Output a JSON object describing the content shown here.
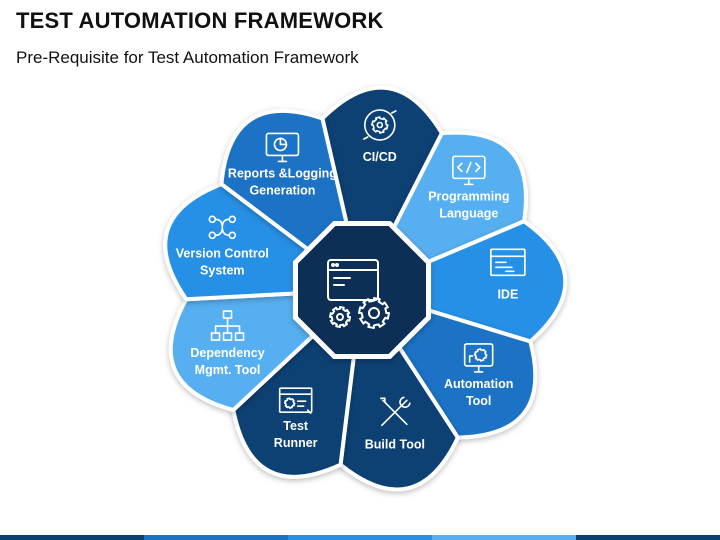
{
  "title": "TEST AUTOMATION FRAMEWORK",
  "subtitle": "Pre-Requisite for Test Automation Framework",
  "colors": {
    "ci_cd": "#0d3f73",
    "programming": "#56aff0",
    "ide": "#2690e6",
    "automation": "#1a72c4",
    "build": "#0d3f73",
    "test_runner": "#0d3f73",
    "dependency": "#56aff0",
    "version_control": "#2690e6",
    "reports": "#1a72c4",
    "center": "#0b2f55",
    "ring": "#0e4d8e",
    "stroke": "#ffffff"
  },
  "segments": [
    {
      "key": "ci_cd",
      "lines": [
        "CI/CD"
      ],
      "icon": "cycle-gear-icon"
    },
    {
      "key": "programming",
      "lines": [
        "Programming",
        "Language"
      ],
      "icon": "code-monitor-icon"
    },
    {
      "key": "ide",
      "lines": [
        "IDE"
      ],
      "icon": "window-icon"
    },
    {
      "key": "automation",
      "lines": [
        "Automation",
        "Tool"
      ],
      "icon": "monitor-gear-icon"
    },
    {
      "key": "build",
      "lines": [
        "Build Tool"
      ],
      "icon": "wrench-screwdriver-icon"
    },
    {
      "key": "test_runner",
      "lines": [
        "Test",
        "Runner"
      ],
      "icon": "runner-window-icon"
    },
    {
      "key": "dependency",
      "lines": [
        "Dependency",
        "Mgmt. Tool"
      ],
      "icon": "hierarchy-icon"
    },
    {
      "key": "version_control",
      "lines": [
        "Version Control",
        "System"
      ],
      "icon": "branch-icon"
    },
    {
      "key": "reports",
      "lines": [
        "Reports &Logging",
        "Generation"
      ],
      "icon": "report-monitor-icon"
    }
  ],
  "center_icon": "automation-window-gears-icon"
}
